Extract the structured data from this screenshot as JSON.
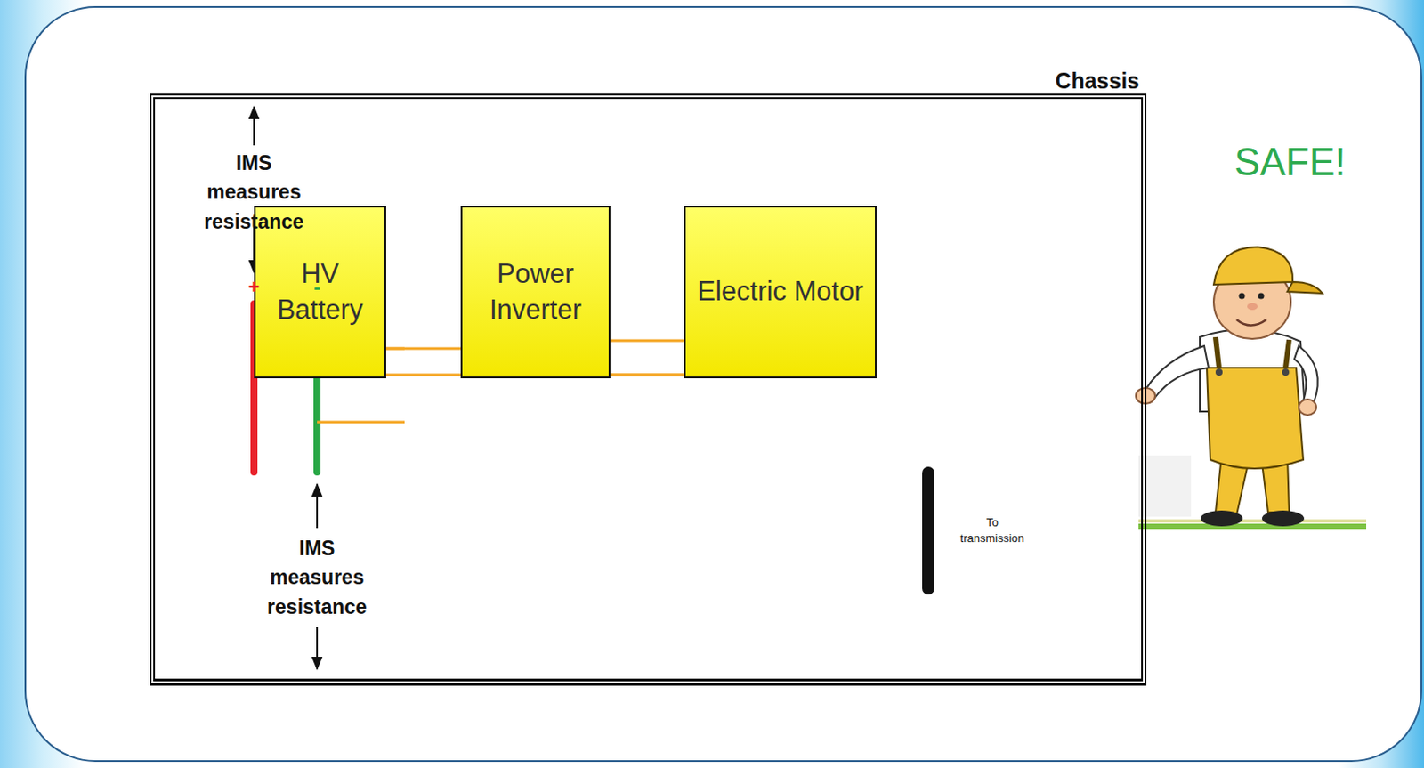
{
  "diagram": {
    "nodes": [
      {
        "text": [
          "Chassis"
        ]
      },
      {
        "text": [
          "HV Battery"
        ],
        "in": 0
      },
      {
        "text": [
          "Power Inverter"
        ],
        "in": 0
      },
      {
        "text": [
          "Electric Motor"
        ],
        "in": 0
      }
    ],
    "edges": [
      {
        "from": 1,
        "to": 2,
        "arrow": "none"
      },
      {
        "from": 1,
        "to": 2,
        "arrow": "none"
      },
      {
        "from": 2,
        "to": 3,
        "arrow": "none"
      },
      {
        "from": 2,
        "to": 3,
        "arrow": "none"
      },
      {
        "from": 2,
        "to": 3,
        "arrow": "none"
      }
    ],
    "labels": [
      "IMS measures resistance",
      "+",
      "-",
      "IMS measures resistance",
      "To transmission",
      "SAFE!"
    ]
  }
}
